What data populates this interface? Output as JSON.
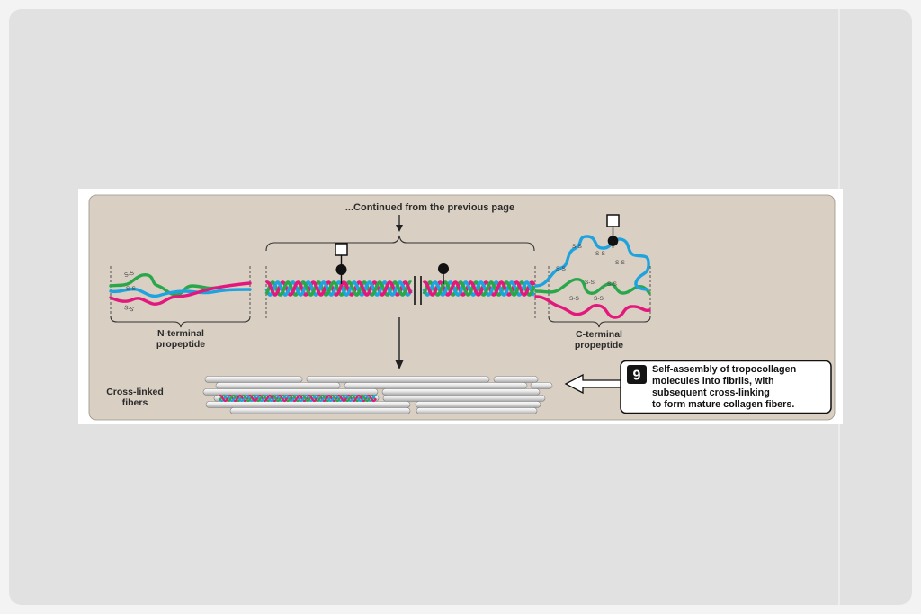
{
  "header_note": "...Continued from the previous page",
  "n_terminal": {
    "line1": "N-terminal",
    "line2": "propeptide",
    "bonds": [
      "S-S",
      "S-S",
      "S-S"
    ]
  },
  "c_terminal": {
    "line1": "C-terminal",
    "line2": "propeptide",
    "bonds": [
      "S-S",
      "S-S",
      "S-S",
      "S-S",
      "S-S",
      "S-S",
      "S-S",
      "S-S"
    ]
  },
  "fibers_label": {
    "line1": "Cross-linked",
    "line2": "fibers"
  },
  "step": {
    "number": "9",
    "lines": [
      "Self-assembly of tropocollagen",
      "molecules into fibrils, with",
      "subsequent cross-linking",
      "to form mature collagen fibers."
    ]
  },
  "colors": {
    "panel": "#d9cfc3",
    "strand_blue": "#1ea3df",
    "strand_green": "#2aa64b",
    "strand_magenta": "#e3187c"
  }
}
